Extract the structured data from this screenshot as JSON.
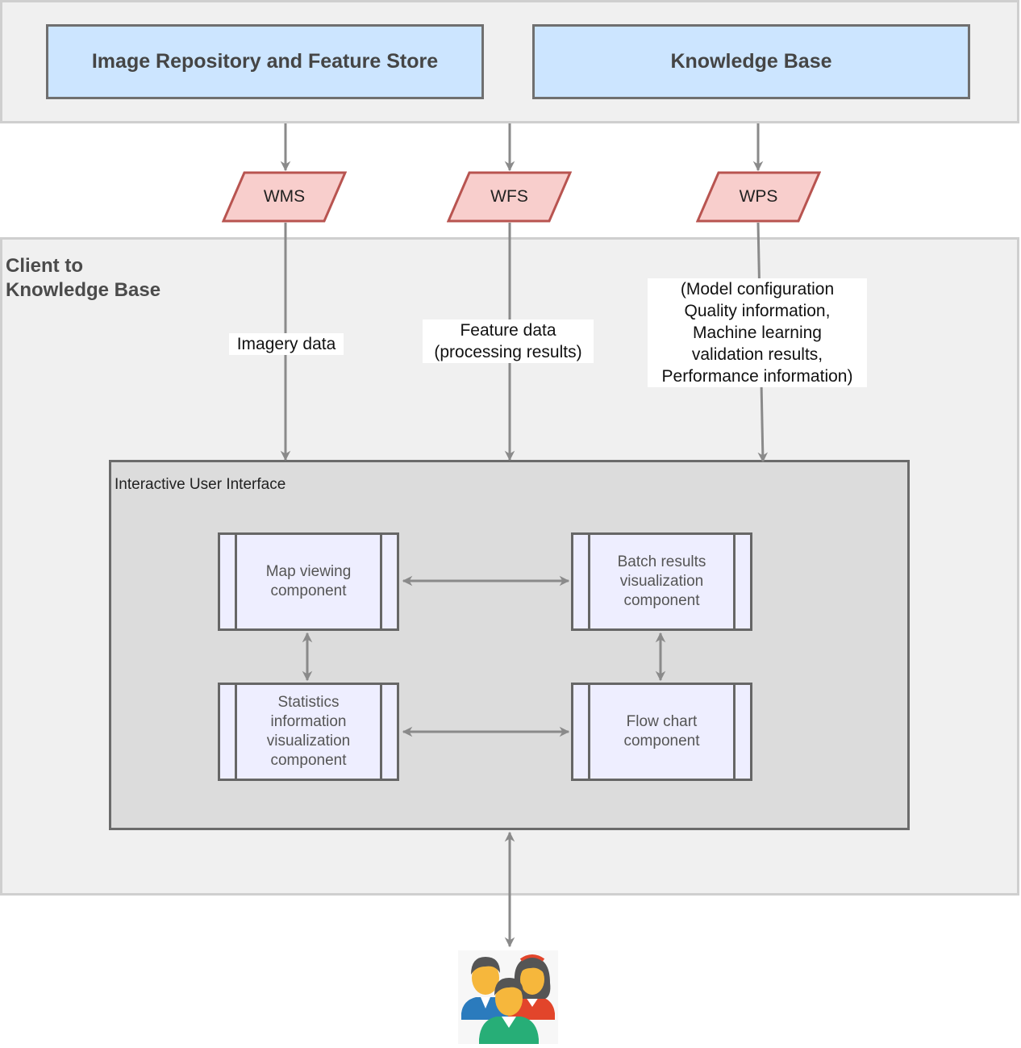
{
  "repository_box": {
    "label": "Image Repository and Feature Store"
  },
  "knowledge_box": {
    "label": "Knowledge Base"
  },
  "services": [
    {
      "label": "WMS"
    },
    {
      "label": "WFS"
    },
    {
      "label": "WPS"
    }
  ],
  "client_group": {
    "label_line1": "Client to",
    "label_line2": "Knowledge Base"
  },
  "edge_labels": {
    "imagery": "Imagery data",
    "feature": "Feature data\n(processing results)",
    "wps": "(Model configuration\nQuality information,\nMachine learning\nvalidation results,\nPerformance information)"
  },
  "ui_frame": {
    "title": "Interactive User Interface"
  },
  "components": {
    "map": "Map viewing\ncomponent",
    "batch": "Batch results\nvisualization\ncomponent",
    "stats": "Statistics\ninformation\nvisualization\ncomponent",
    "flow": "Flow chart\ncomponent"
  },
  "colors": {
    "band_fill": "#f0f0f0",
    "top_box_fill": "#cce5ff",
    "service_fill": "#f8cecc",
    "service_stroke": "#b85450",
    "ui_fill": "#dcdcdc",
    "component_fill": "#eeeeff",
    "arrow": "#8a8a8a"
  },
  "icons": {
    "users": "users-group-icon"
  }
}
